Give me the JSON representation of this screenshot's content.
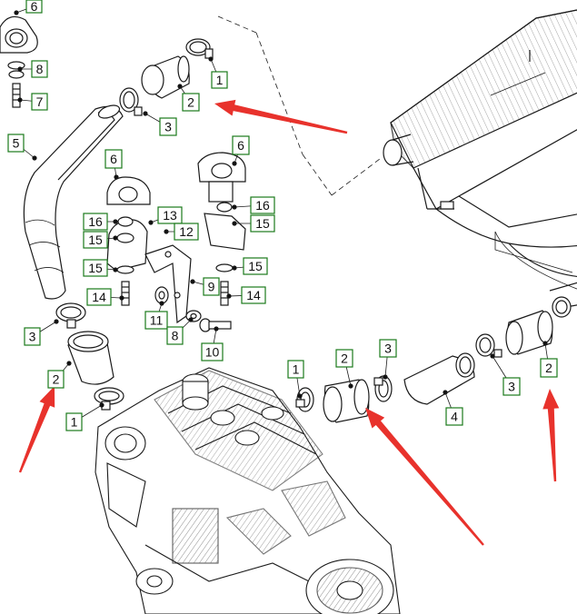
{
  "diagram": {
    "callouts": [
      {
        "id": "c-6-top",
        "text": "6"
      },
      {
        "id": "c-8-top",
        "text": "8"
      },
      {
        "id": "c-7",
        "text": "7"
      },
      {
        "id": "c-1-top",
        "text": "1"
      },
      {
        "id": "c-2-top",
        "text": "2"
      },
      {
        "id": "c-3-top",
        "text": "3"
      },
      {
        "id": "c-5",
        "text": "5"
      },
      {
        "id": "c-6-left",
        "text": "6"
      },
      {
        "id": "c-6-right",
        "text": "6"
      },
      {
        "id": "c-16-left",
        "text": "16"
      },
      {
        "id": "c-15-left",
        "text": "15"
      },
      {
        "id": "c-13",
        "text": "13"
      },
      {
        "id": "c-12",
        "text": "12"
      },
      {
        "id": "c-16-right",
        "text": "16"
      },
      {
        "id": "c-15-right",
        "text": "15"
      },
      {
        "id": "c-15-left2",
        "text": "15"
      },
      {
        "id": "c-9",
        "text": "9"
      },
      {
        "id": "c-15-right2",
        "text": "15"
      },
      {
        "id": "c-14-left",
        "text": "14"
      },
      {
        "id": "c-14-right",
        "text": "14"
      },
      {
        "id": "c-11",
        "text": "11"
      },
      {
        "id": "c-8-mid",
        "text": "8"
      },
      {
        "id": "c-3-left",
        "text": "3"
      },
      {
        "id": "c-10",
        "text": "10"
      },
      {
        "id": "c-2-left",
        "text": "2"
      },
      {
        "id": "c-1-left",
        "text": "1"
      },
      {
        "id": "c-1-mid",
        "text": "1"
      },
      {
        "id": "c-2-mid",
        "text": "2"
      },
      {
        "id": "c-3-mid",
        "text": "3"
      },
      {
        "id": "c-4",
        "text": "4"
      },
      {
        "id": "c-3-right",
        "text": "3"
      },
      {
        "id": "c-2-right",
        "text": "2"
      }
    ],
    "colors": {
      "callout_border": "#1a7a1a",
      "callout_fill": "#ffffff",
      "line_art": "#1a1a1a",
      "arrow": "#e8322c"
    }
  }
}
